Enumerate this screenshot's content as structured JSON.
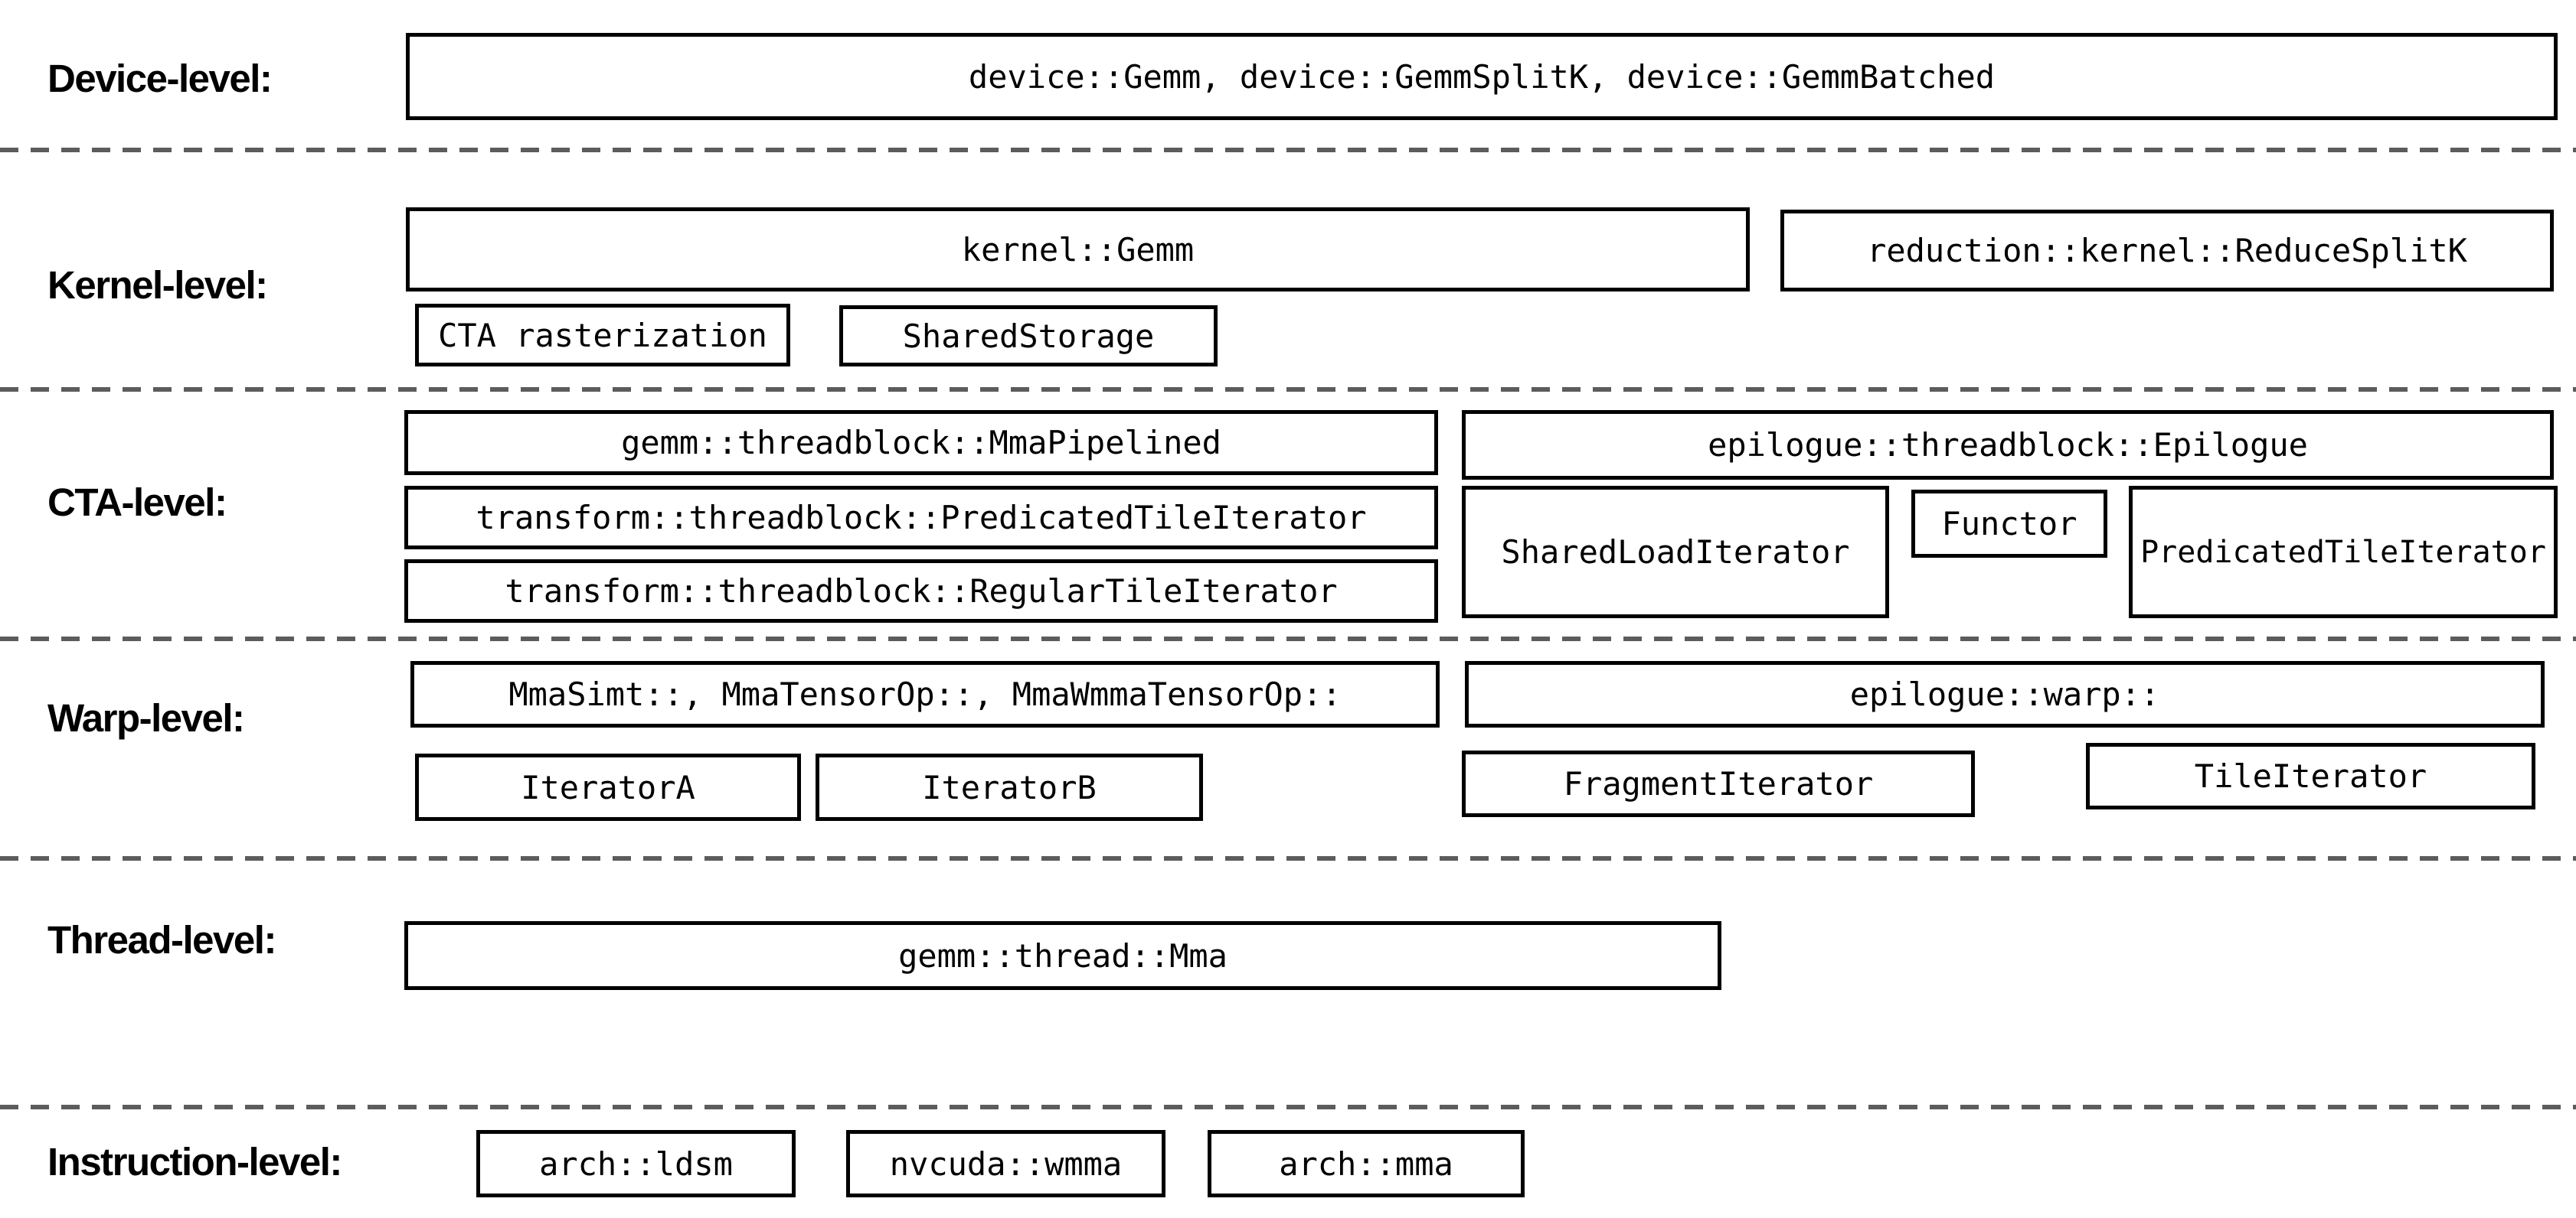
{
  "colors": {
    "page_background": "#ffffff",
    "box_background": "#ffffff",
    "box_border": "#000000",
    "text": "#000000",
    "separator": "#5c5c5c"
  },
  "rows": {
    "device": {
      "label": "Device-level:",
      "gemm_family": "device::Gemm, device::GemmSplitK, device::GemmBatched"
    },
    "kernel": {
      "label": "Kernel-level:",
      "gemm": "kernel::Gemm",
      "reduce_splitk": "reduction::kernel::ReduceSplitK",
      "cta_rasterization": "CTA rasterization",
      "shared_storage": "SharedStorage"
    },
    "cta": {
      "label": "CTA-level:",
      "mma_pipelined": "gemm::threadblock::MmaPipelined",
      "epilogue": "epilogue::threadblock::Epilogue",
      "predicated_tile_iterator": "transform::threadblock::PredicatedTileIterator",
      "regular_tile_iterator": "transform::threadblock::RegularTileIterator",
      "shared_load_iterator": "SharedLoadIterator",
      "functor": "Functor",
      "epilogue_predicated_tile_iterator": "PredicatedTileIterator"
    },
    "warp": {
      "label": "Warp-level:",
      "mma_variants": "MmaSimt::, MmaTensorOp::, MmaWmmaTensorOp::",
      "epilogue_warp": "epilogue::warp::",
      "iterator_a": "IteratorA",
      "iterator_b": "IteratorB",
      "fragment_iterator": "FragmentIterator",
      "tile_iterator": "TileIterator"
    },
    "thread": {
      "label": "Thread-level:",
      "mma": "gemm::thread::Mma"
    },
    "instruction": {
      "label": "Instruction-level:",
      "arch_ldsm": "arch::ldsm",
      "nvcuda_wmma": "nvcuda::wmma",
      "arch_mma": "arch::mma"
    }
  }
}
